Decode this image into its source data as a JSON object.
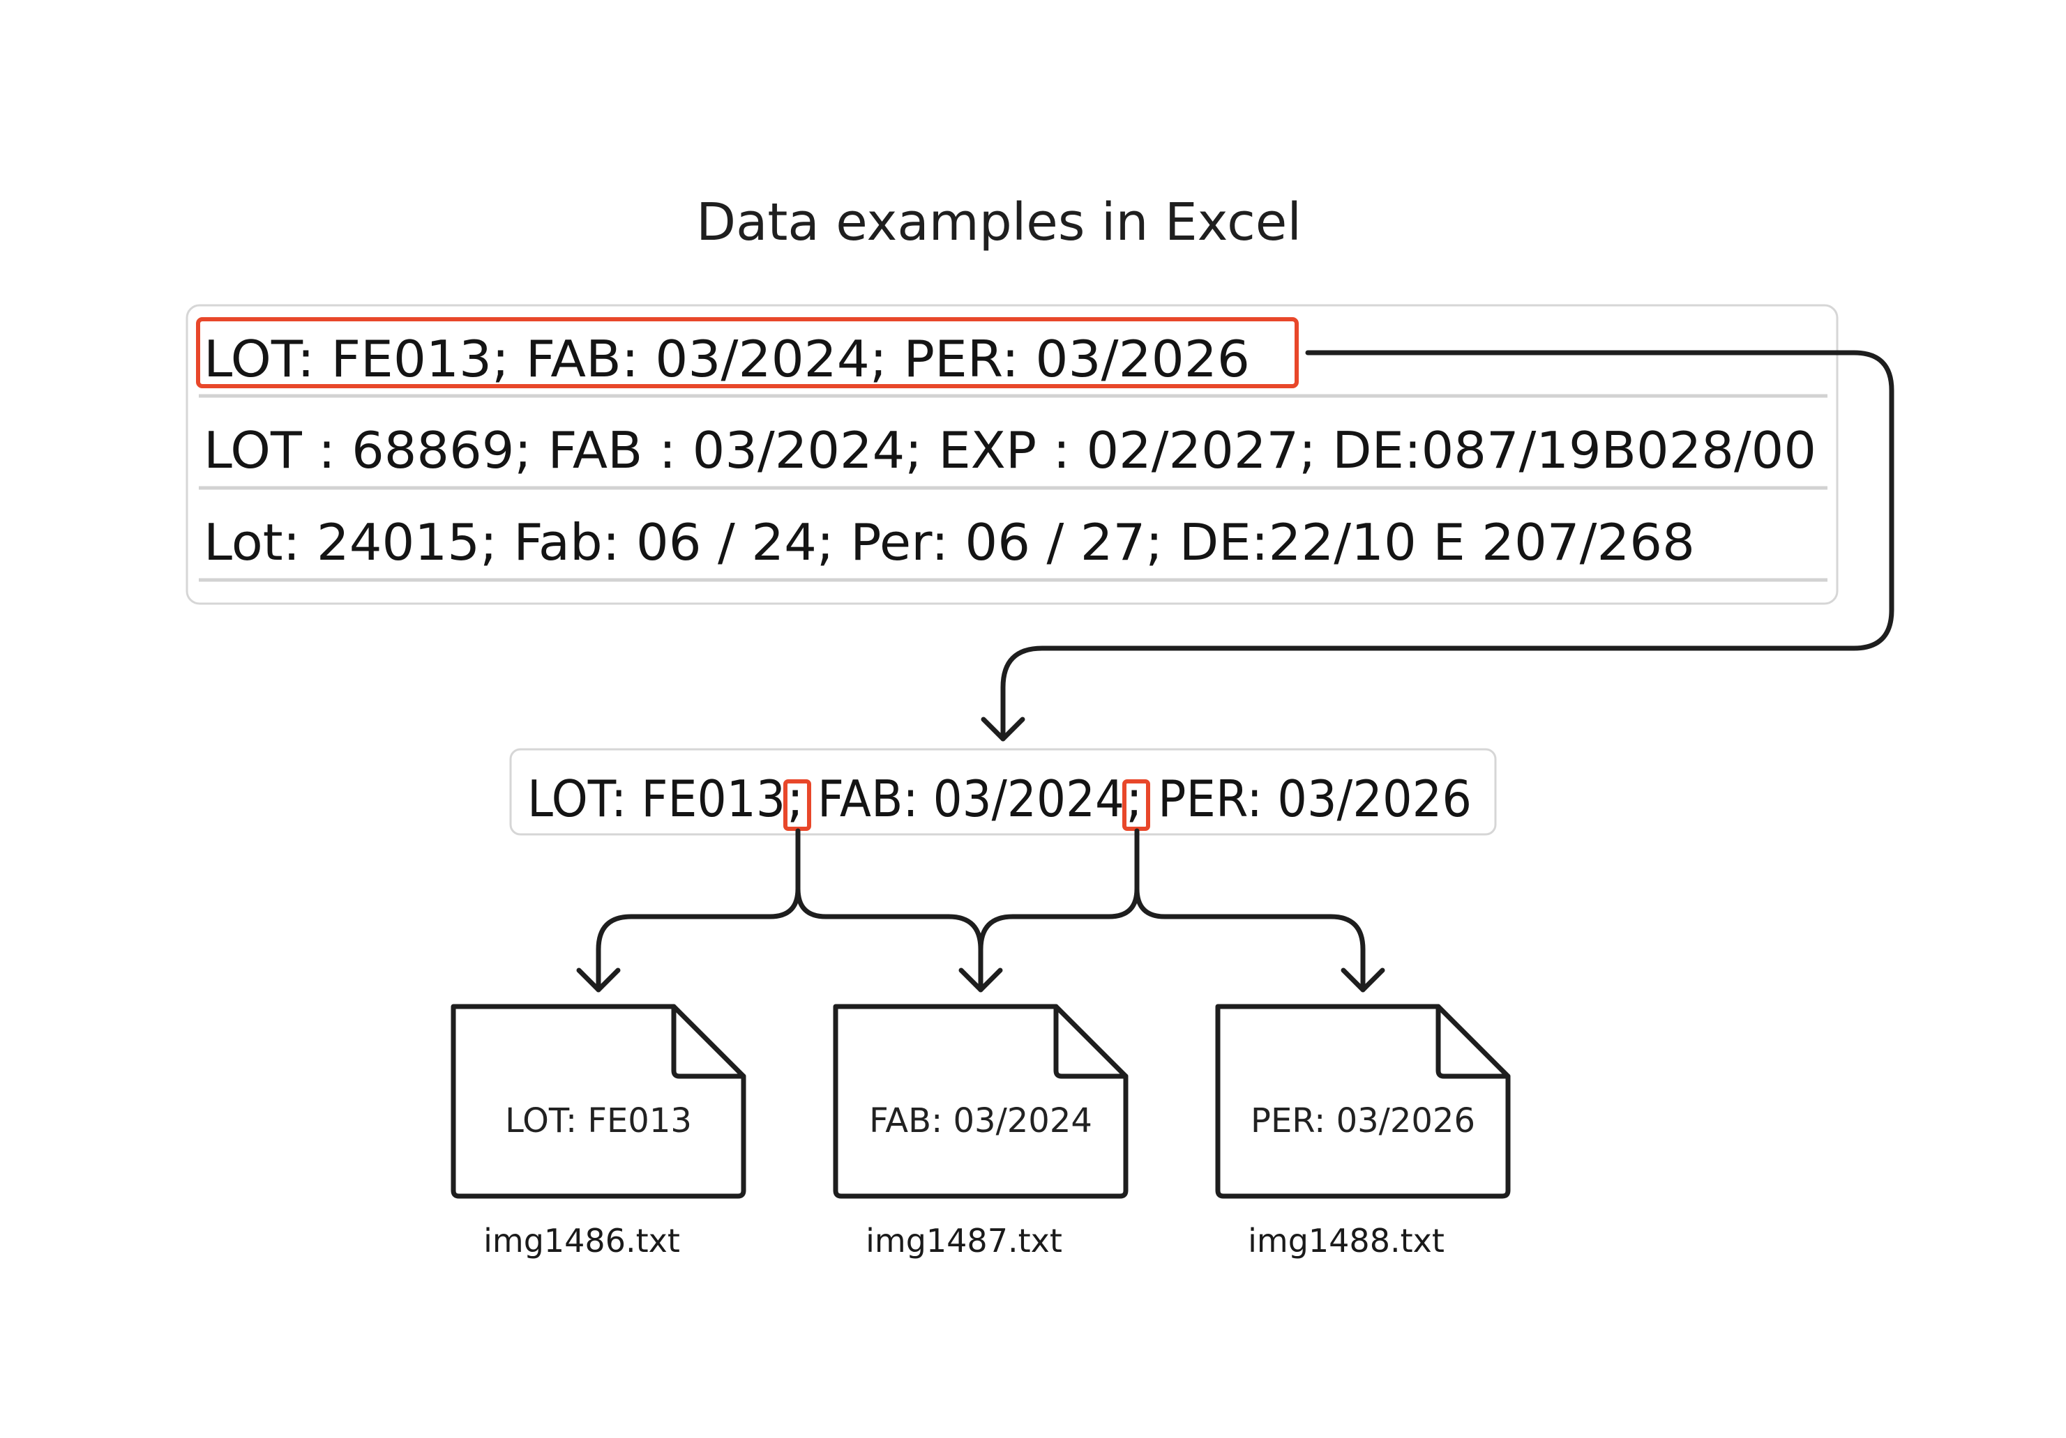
{
  "title": "Data examples in Excel",
  "excel_rows": [
    "LOT: FE013; FAB: 03/2024; PER: 03/2026",
    "LOT : 68869; FAB : 03/2024; EXP : 02/2027; DE:087/19B028/00",
    "Lot: 24015; Fab: 06 / 24; Per: 06 / 27; DE:22/10 E 207/268"
  ],
  "split_row": {
    "parts": [
      "LOT: FE013",
      ";",
      "FAB: 03/2024",
      ";",
      "PER: 03/2026"
    ]
  },
  "files": [
    {
      "content": "LOT: FE013",
      "filename": "img1486.txt"
    },
    {
      "content": "FAB: 03/2024",
      "filename": "img1487.txt"
    },
    {
      "content": "PER: 03/2026",
      "filename": "img1488.txt"
    }
  ],
  "colors": {
    "highlight": "#e8472a",
    "line": "#1e1e1e",
    "panel_border": "#d6d6d6"
  }
}
